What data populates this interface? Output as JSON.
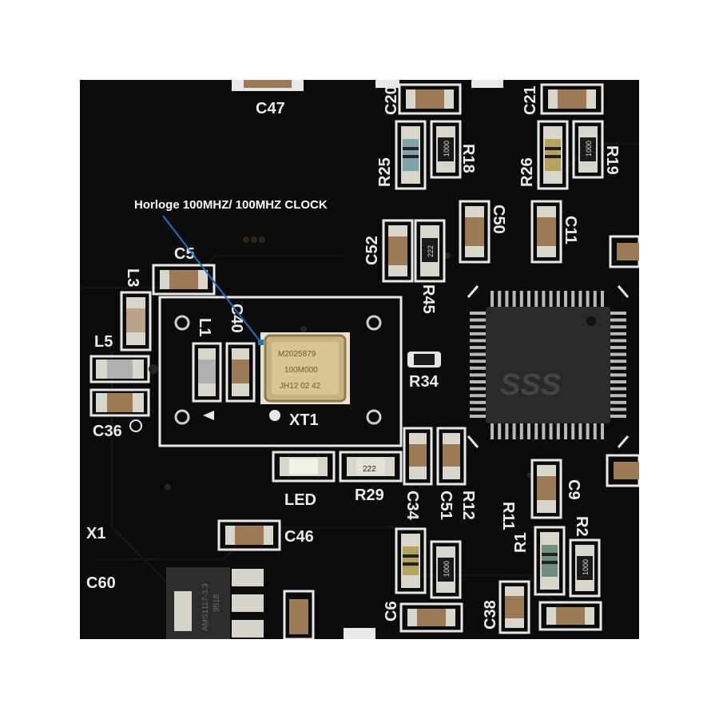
{
  "annotation": {
    "text": "Horloge 100MHZ/ 100MHZ CLOCK",
    "line_color": "#1a74c4",
    "marker_color": "#1a74c4"
  },
  "board": {
    "designators": [
      "C47",
      "C20",
      "C21",
      "R18",
      "R19",
      "R25",
      "R26",
      "C50",
      "C11",
      "C52",
      "R45",
      "C5",
      "L3",
      "L5",
      "C36",
      "L1",
      "C40",
      "XT1",
      "R34",
      "LED",
      "R29",
      "C34",
      "C51",
      "R12",
      "C9",
      "R11",
      "R1",
      "R2",
      "C46",
      "C60",
      "X1",
      "C6",
      "C38"
    ],
    "chip_markings": {
      "resistor_code": "1000",
      "small_resistor_code": "222",
      "oscillator_lines": [
        "M2025879",
        "100M000",
        "JH12 02 42"
      ],
      "regulator_lines": [
        "AMS1117-3.3",
        "9518"
      ],
      "ic_logo": "SSS"
    }
  },
  "colors": {
    "pcb": "#0b0b0b",
    "silkscreen": "#e8e8e8",
    "oscillator_can": "#c6b37e",
    "ic_body": "#2a2a2a",
    "ic_pins": "#b9b9b9"
  }
}
